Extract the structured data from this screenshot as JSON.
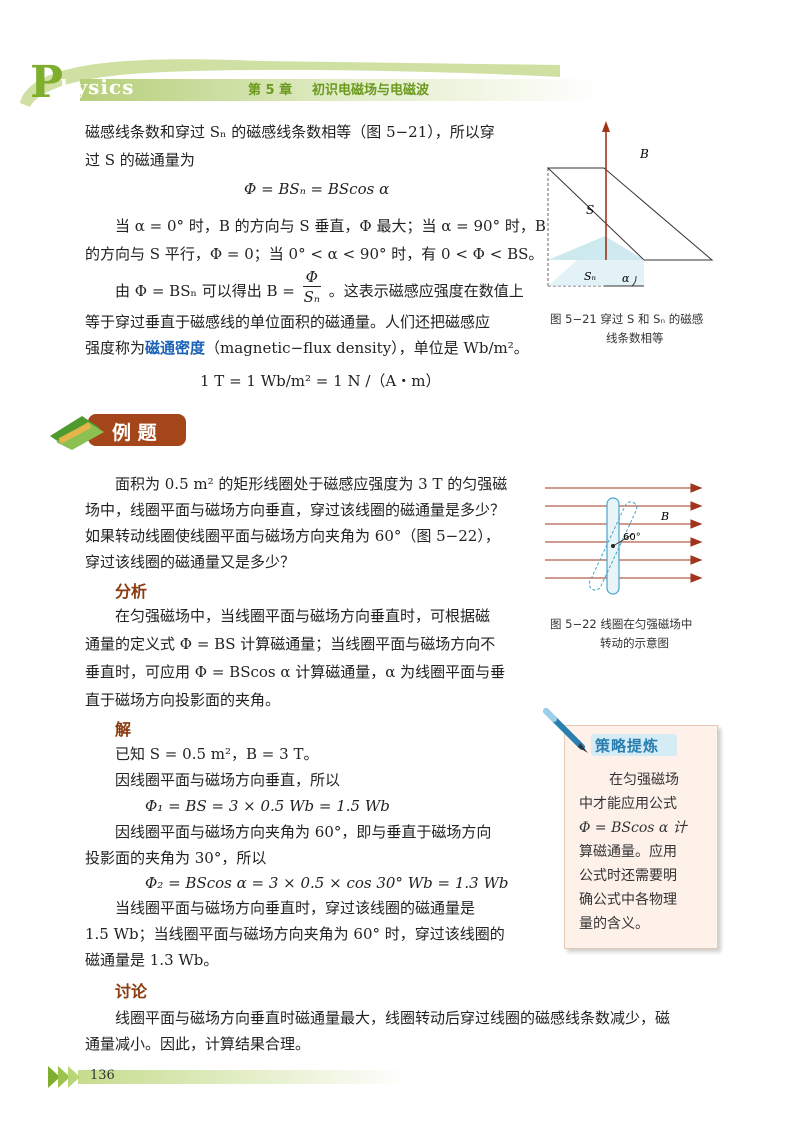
{
  "header": {
    "logo_letter": "P",
    "logo_rest": "hysics",
    "chapter_no": "第 5 章",
    "chapter_title": "初识电磁场与电磁波"
  },
  "body": {
    "p1_line1": "磁感线条数和穿过 Sₙ 的磁感线条数相等（图 5−21），所以穿",
    "p1_line2": "过 S 的磁通量为",
    "eq1": "Φ = BSₙ = BScos α",
    "p2_line1": "当 α = 0° 时，B 的方向与 S 垂直，Φ 最大；当 α = 90° 时，B",
    "p2_line2": "的方向与 S 平行，Φ = 0；当 0° < α < 90° 时，有 0 < Φ < BS。",
    "p3_line1_a": "由 Φ = BSₙ 可以得出 B =",
    "p3_frac_num": "Φ",
    "p3_frac_den": "Sₙ",
    "p3_line1_b": "。这表示磁感应强度在数值上",
    "p3_line2": "等于穿过垂直于磁感线的单位面积的磁通量。人们还把磁感应",
    "p3_line3_a": "强度称为",
    "p3_term": "磁通密度",
    "p3_line3_b": "（magnetic−flux density），单位是 Wb/m²。",
    "eq2": "1 T = 1 Wb/m² = 1 N /（A・m）"
  },
  "example": {
    "banner": "例  题",
    "q_line1": "面积为 0.5 m² 的矩形线圈处于磁感应强度为 3 T 的匀强磁",
    "q_line2": "场中，线圈平面与磁场方向垂直，穿过该线圈的磁通量是多少？",
    "q_line3": "如果转动线圈使线圈平面与磁场方向夹角为 60°（图 5−22），",
    "q_line4": "穿过该线圈的磁通量又是多少？",
    "analysis_head": "分析",
    "a_line1": "在匀强磁场中，当线圈平面与磁场方向垂直时，可根据磁",
    "a_line2": "通量的定义式 Φ = BS 计算磁通量；当线圈平面与磁场方向不",
    "a_line3": "垂直时，可应用 Φ = BScos α 计算磁通量，α 为线圈平面与垂",
    "a_line4": "直于磁场方向投影面的夹角。",
    "solution_head": "解",
    "s_line1": "已知 S = 0.5 m²，B = 3 T。",
    "s_line2": "因线圈平面与磁场方向垂直，所以",
    "s_eq1": "Φ₁ = BS  = 3 × 0.5 Wb = 1.5 Wb",
    "s_line3": "因线圈平面与磁场方向夹角为 60°，即与垂直于磁场方向",
    "s_line4": "投影面的夹角为 30°，所以",
    "s_eq2": "Φ₂ = BScos α = 3 × 0.5 × cos 30° Wb = 1.3 Wb",
    "s_line5": "当线圈平面与磁场方向垂直时，穿过该线圈的磁通量是",
    "s_line6": "1.5 Wb；当线圈平面与磁场方向夹角为 60° 时，穿过该线圈的",
    "s_line7": "磁通量是 1.3 Wb。",
    "discussion_head": "讨论",
    "d_line1": "线圈平面与磁场方向垂直时磁通量最大，线圈转动后穿过线圈的磁感线条数减少，磁",
    "d_line2": "通量减小。因此，计算结果合理。"
  },
  "fig521": {
    "label_B": "B",
    "label_S": "S",
    "label_Sn": "Sₙ",
    "label_alpha": "α",
    "caption_line1": "图 5−21   穿过 S 和 Sₙ 的磁感",
    "caption_line2": "线条数相等"
  },
  "fig522": {
    "label_B": "B",
    "label_angle": "60°",
    "caption_line1": "图 5−22   线圈在匀强磁场中",
    "caption_line2": "转动的示意图"
  },
  "tip": {
    "title": "策略提炼",
    "line1": "在匀强磁场",
    "line2": "中才能应用公式",
    "line3": "Φ = BScos α 计",
    "line4": "算磁通量。应用",
    "line5": "公式时还需要明",
    "line6": "确公式中各物理",
    "line7": "量的含义。"
  },
  "footer": {
    "page_number": "136"
  },
  "colors": {
    "accent_green": "#7fae2e",
    "heading_brown": "#8a3b10",
    "term_blue": "#1c63b8",
    "field_red": "#a0341c"
  }
}
